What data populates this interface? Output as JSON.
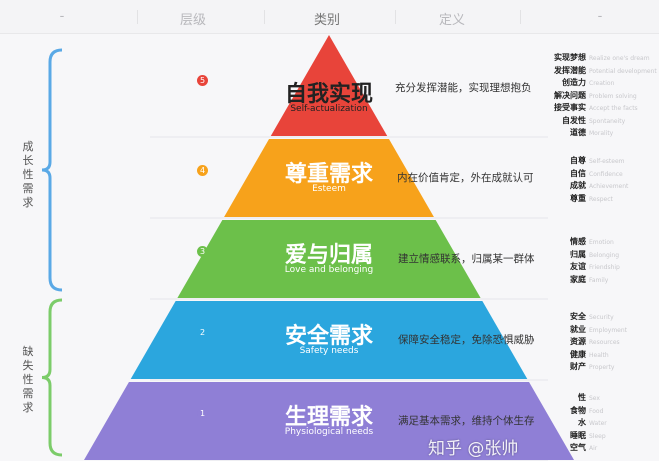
{
  "header": {
    "left": "-",
    "col1": "层级",
    "col2": "类别",
    "col3": "定义",
    "right": "-"
  },
  "groups": [
    {
      "label": "成长性需求",
      "color": "#5aa9e6"
    },
    {
      "label": "缺失性需求",
      "color": "#7ccc6a"
    }
  ],
  "levels": [
    {
      "num": "5",
      "cn": "自我实现",
      "en": "Self-actualization",
      "desc": "充分发挥潜能，实现理想抱负",
      "color": "#e8443a",
      "text": "#222",
      "keywords": [
        [
          "实现梦想",
          "Realize one's dream"
        ],
        [
          "发挥潜能",
          "Potential development"
        ],
        [
          "创造力",
          "Creation"
        ],
        [
          "解决问题",
          "Problem solving"
        ],
        [
          "接受事实",
          "Accept the facts"
        ],
        [
          "自发性",
          "Spontaneity"
        ],
        [
          "道德",
          "Morality"
        ]
      ]
    },
    {
      "num": "4",
      "cn": "尊重需求",
      "en": "Esteem",
      "desc": "内在价值肯定，外在成就认可",
      "color": "#f7a21b",
      "text": "#fff",
      "keywords": [
        [
          "自尊",
          "Self-esteem"
        ],
        [
          "自信",
          "Confidence"
        ],
        [
          "成就",
          "Achievement"
        ],
        [
          "尊重",
          "Respect"
        ]
      ]
    },
    {
      "num": "3",
      "cn": "爱与归属",
      "en": "Love and belonging",
      "desc": "建立情感联系，归属某一群体",
      "color": "#6cc04a",
      "text": "#fff",
      "keywords": [
        [
          "情感",
          "Emotion"
        ],
        [
          "归属",
          "Belonging"
        ],
        [
          "友谊",
          "Friendship"
        ],
        [
          "家庭",
          "Family"
        ]
      ]
    },
    {
      "num": "2",
      "cn": "安全需求",
      "en": "Safety needs",
      "desc": "保障安全稳定，免除恐惧威胁",
      "color": "#2ba6de",
      "text": "#fff",
      "keywords": [
        [
          "安全",
          "Security"
        ],
        [
          "就业",
          "Employment"
        ],
        [
          "资源",
          "Resources"
        ],
        [
          "健康",
          "Health"
        ],
        [
          "财产",
          "Property"
        ]
      ]
    },
    {
      "num": "1",
      "cn": "生理需求",
      "en": "Physiological needs",
      "desc": "满足基本需求，维持个体生存",
      "color": "#8f7fd6",
      "text": "#fff",
      "keywords": [
        [
          "性",
          "Sex"
        ],
        [
          "食物",
          "Food"
        ],
        [
          "水",
          "Water"
        ],
        [
          "睡眠",
          "Sleep"
        ],
        [
          "空气",
          "Air"
        ]
      ]
    }
  ],
  "watermark": "知乎 @张帅"
}
